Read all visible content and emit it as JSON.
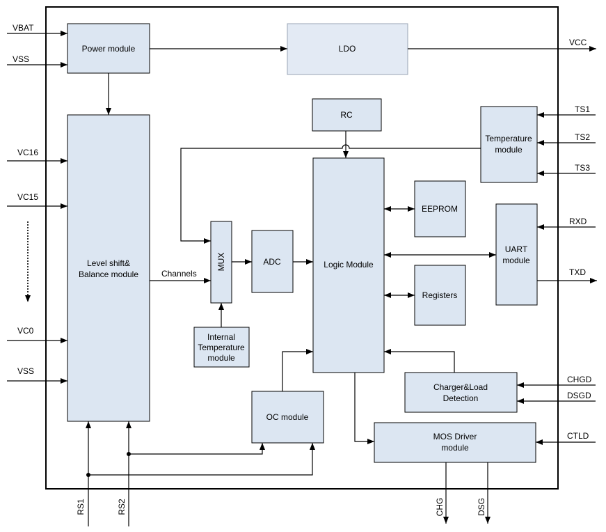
{
  "colors": {
    "block_fill": "#dce6f2",
    "ldo_fill": "#e3eaf4",
    "ldo_border": "#9aa4b4",
    "line": "#000000"
  },
  "blocks": {
    "power": "Power module",
    "ldo": "LDO",
    "rc": "RC",
    "temperature": [
      "Temperature",
      "module"
    ],
    "level_shift": [
      "Level shift&",
      "Balance module"
    ],
    "mux": "MUX",
    "adc": "ADC",
    "logic": "Logic Module",
    "eeprom": "EEPROM",
    "registers": "Registers",
    "uart": [
      "UART",
      "module"
    ],
    "internal_temperature": [
      "Internal",
      "Temperature",
      "module"
    ],
    "charger_load": [
      "Charger&Load",
      "Detection"
    ],
    "oc": "OC module",
    "mos_driver": [
      "MOS Driver",
      "module"
    ]
  },
  "signals": {
    "channels": "Channels"
  },
  "pins": {
    "vbat": "VBAT",
    "vss_top": "VSS",
    "vc16": "VC16",
    "vc15": "VC15",
    "vc0": "VC0",
    "vss_bottom": "VSS",
    "vcc": "VCC",
    "ts1": "TS1",
    "ts2": "TS2",
    "ts3": "TS3",
    "rxd": "RXD",
    "txd": "TXD",
    "chgd": "CHGD",
    "dsgd": "DSGD",
    "ctld": "CTLD",
    "rs1": "RS1",
    "rs2": "RS2",
    "chg": "CHG",
    "dsg": "DSG"
  }
}
